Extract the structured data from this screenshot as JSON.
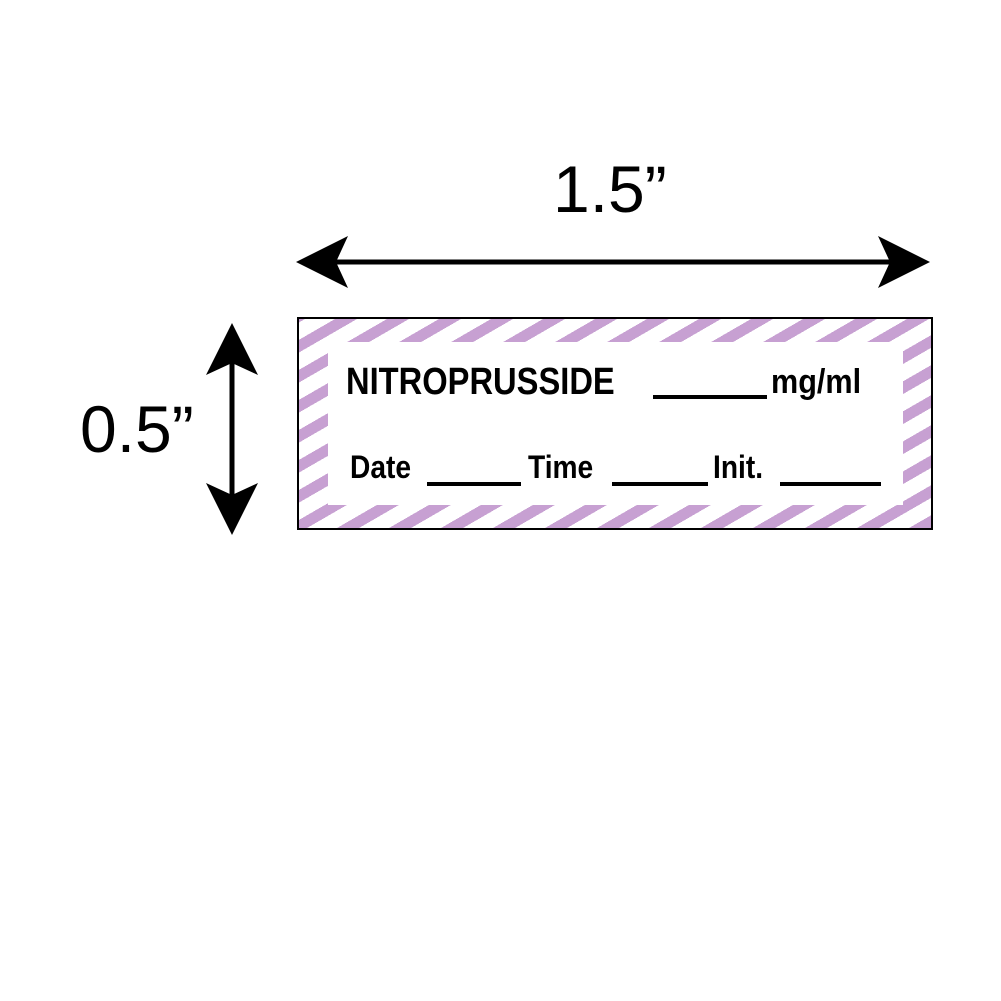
{
  "dimensions": {
    "width_label": "1.5”",
    "height_label": "0.5”"
  },
  "label": {
    "drug_name": "NITROPRUSSIDE",
    "unit": "mg/ml",
    "date_label": "Date",
    "time_label": "Time",
    "init_label": "Init."
  },
  "colors": {
    "stripe": "#c7a0d2",
    "border": "#000000",
    "text": "#000000"
  },
  "icons": {
    "width_arrow": "double-headed-horizontal-arrow-icon",
    "height_arrow": "double-headed-vertical-arrow-icon"
  }
}
